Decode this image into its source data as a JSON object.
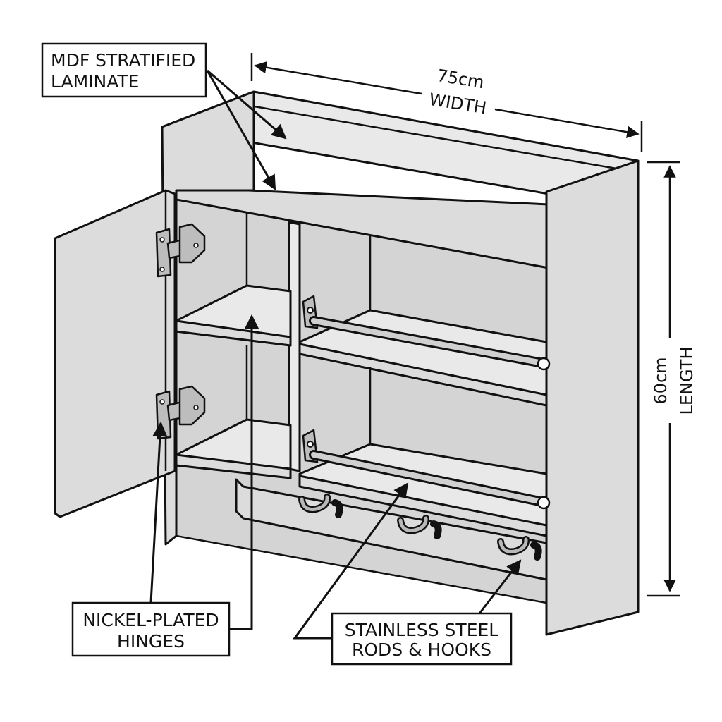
{
  "labels": {
    "material_line1": "MDF STRATIFIED",
    "material_line2": "LAMINATE",
    "width_value": "75cm",
    "width_label": "WIDTH",
    "length_value": "60cm",
    "length_label": "LENGTH",
    "hinges_line1": "NICKEL-PLATED",
    "hinges_line2": "HINGES",
    "rods_line1": "STAINLESS STEEL",
    "rods_line2": "RODS & HOOKS"
  },
  "colors": {
    "line": "#111111",
    "panel": "#dcdcdc",
    "panel_dark": "#c4c4c4",
    "metal": "#bdbdbd",
    "background": "#ffffff"
  }
}
